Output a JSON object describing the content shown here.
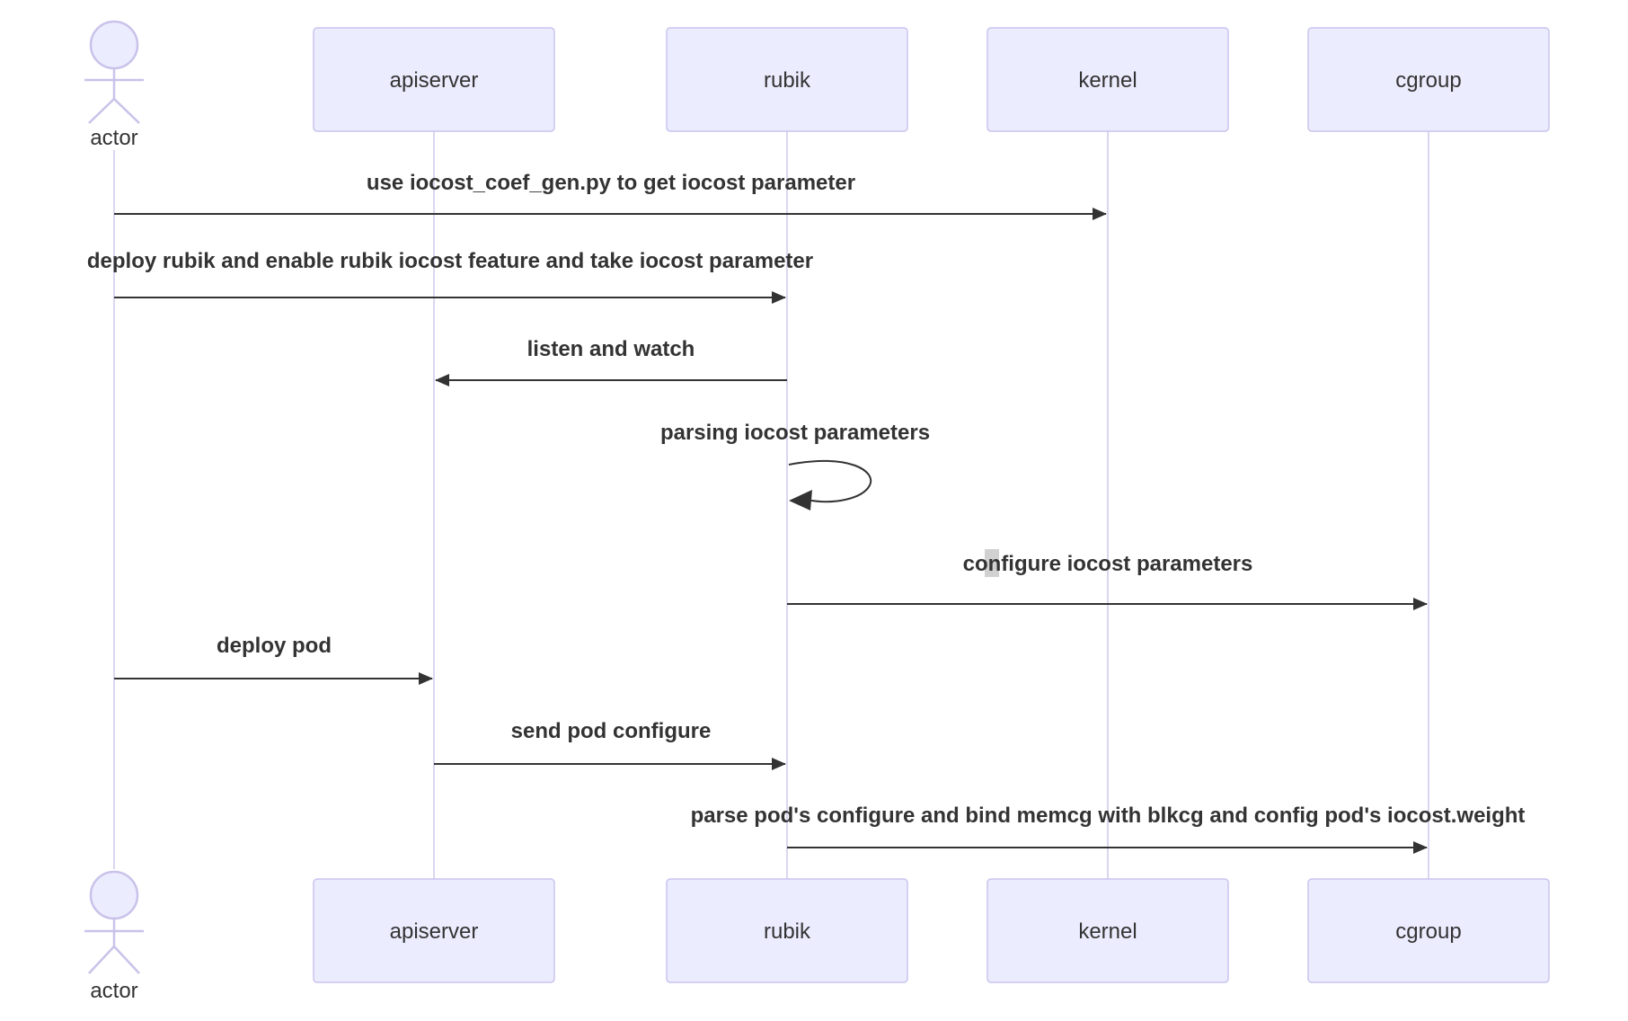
{
  "diagram": {
    "type": "sequence-diagram",
    "participants": [
      {
        "id": "actor",
        "label": "actor",
        "kind": "actor"
      },
      {
        "id": "apiserver",
        "label": "apiserver",
        "kind": "participant"
      },
      {
        "id": "rubik",
        "label": "rubik",
        "kind": "participant"
      },
      {
        "id": "kernel",
        "label": "kernel",
        "kind": "participant"
      },
      {
        "id": "cgroup",
        "label": "cgroup",
        "kind": "participant"
      }
    ],
    "messages": [
      {
        "from": "actor",
        "to": "kernel",
        "label": "use iocost_coef_gen.py to get iocost parameter",
        "line": "solid",
        "arrow": "filled"
      },
      {
        "from": "actor",
        "to": "rubik",
        "label": "deploy rubik and enable rubik iocost feature and take iocost parameter",
        "line": "solid",
        "arrow": "filled"
      },
      {
        "from": "rubik",
        "to": "apiserver",
        "label": "listen and watch",
        "line": "solid",
        "arrow": "filled"
      },
      {
        "from": "rubik",
        "to": "rubik",
        "label": "parsing iocost parameters",
        "line": "self-loop",
        "arrow": "filled"
      },
      {
        "from": "rubik",
        "to": "cgroup",
        "label": "configure iocost parameters",
        "line": "solid",
        "arrow": "filled"
      },
      {
        "from": "actor",
        "to": "apiserver",
        "label": "deploy pod",
        "line": "solid",
        "arrow": "filled"
      },
      {
        "from": "apiserver",
        "to": "rubik",
        "label": "send pod configure",
        "line": "solid",
        "arrow": "filled"
      },
      {
        "from": "rubik",
        "to": "cgroup",
        "label": "parse pod's configure and bind memcg with blkcg and config pod's iocost.weight",
        "line": "solid",
        "arrow": "filled"
      }
    ],
    "colors": {
      "background": "#ffffff",
      "participant_fill": "#ECECFF",
      "participant_border": "#c9c4ee",
      "lifeline": "#cfc9ec",
      "actor_stroke": "#c9c2ea",
      "message_text": "#333333",
      "arrow": "#333333",
      "selection_artifact": "#c9c9c9"
    }
  }
}
